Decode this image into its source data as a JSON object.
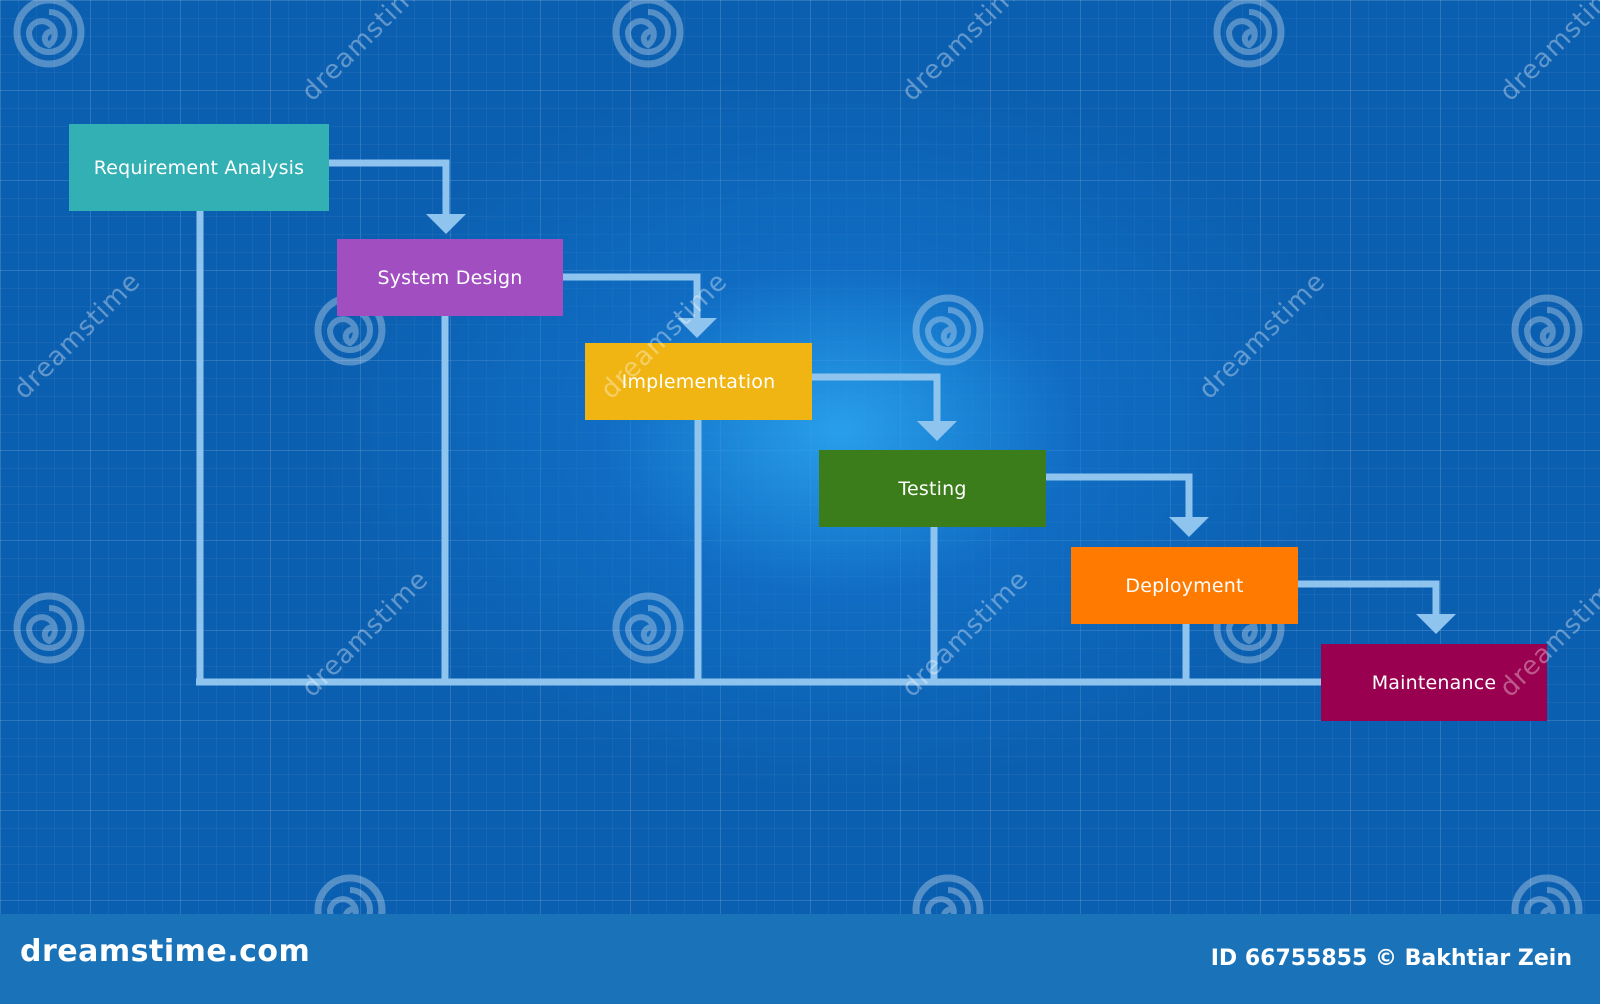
{
  "stages": [
    {
      "label": "Requirement Analysis",
      "color": "#33b0b3"
    },
    {
      "label": "System Design",
      "color": "#a04ec0"
    },
    {
      "label": "Implementation",
      "color": "#f0b512"
    },
    {
      "label": "Testing",
      "color": "#3b7d1a"
    },
    {
      "label": "Deployment",
      "color": "#ff7a00"
    },
    {
      "label": "Maintenance",
      "color": "#99004f"
    }
  ],
  "colors": {
    "background": "#0b5fb0",
    "connector": "#8fc4ef",
    "footer": "#1a73b8"
  },
  "watermark": {
    "text": "dreamstime",
    "icon": "swirl-logo-icon"
  },
  "footer": {
    "brand": "dreamstime.com",
    "credit": "ID 66755855 © Bakhtiar Zein"
  }
}
